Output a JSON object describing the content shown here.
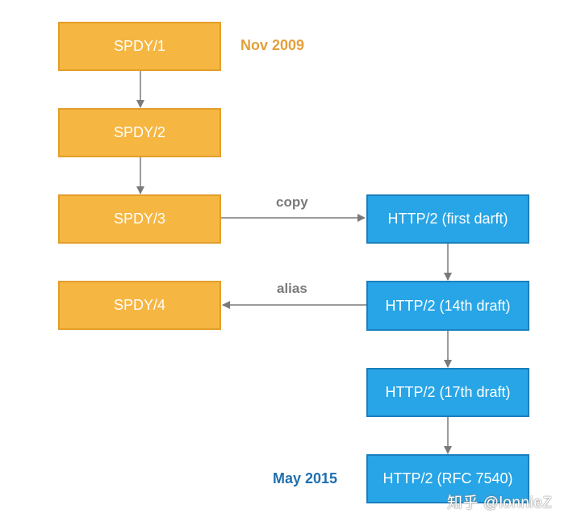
{
  "nodes": {
    "spdy1": "SPDY/1",
    "spdy2": "SPDY/2",
    "spdy3": "SPDY/3",
    "spdy4": "SPDY/4",
    "http_first": "HTTP/2 (first darft)",
    "http_14": "HTTP/2 (14th draft)",
    "http_17": "HTTP/2 (17th draft)",
    "http_rfc": "HTTP/2 (RFC 7540)"
  },
  "notes": {
    "start_date": "Nov 2009",
    "end_date": "May 2015"
  },
  "edge_labels": {
    "copy": "copy",
    "alias": "alias"
  },
  "watermark": "知乎 @lonnieZ",
  "colors": {
    "spdy_fill": "#f6b642",
    "spdy_border": "#e39e2a",
    "http_fill": "#27a5e6",
    "http_border": "#1a7fbd",
    "start_date_text": "#e3a03a",
    "end_date_text": "#1f6fb0",
    "arrow": "#7a7a7a"
  }
}
